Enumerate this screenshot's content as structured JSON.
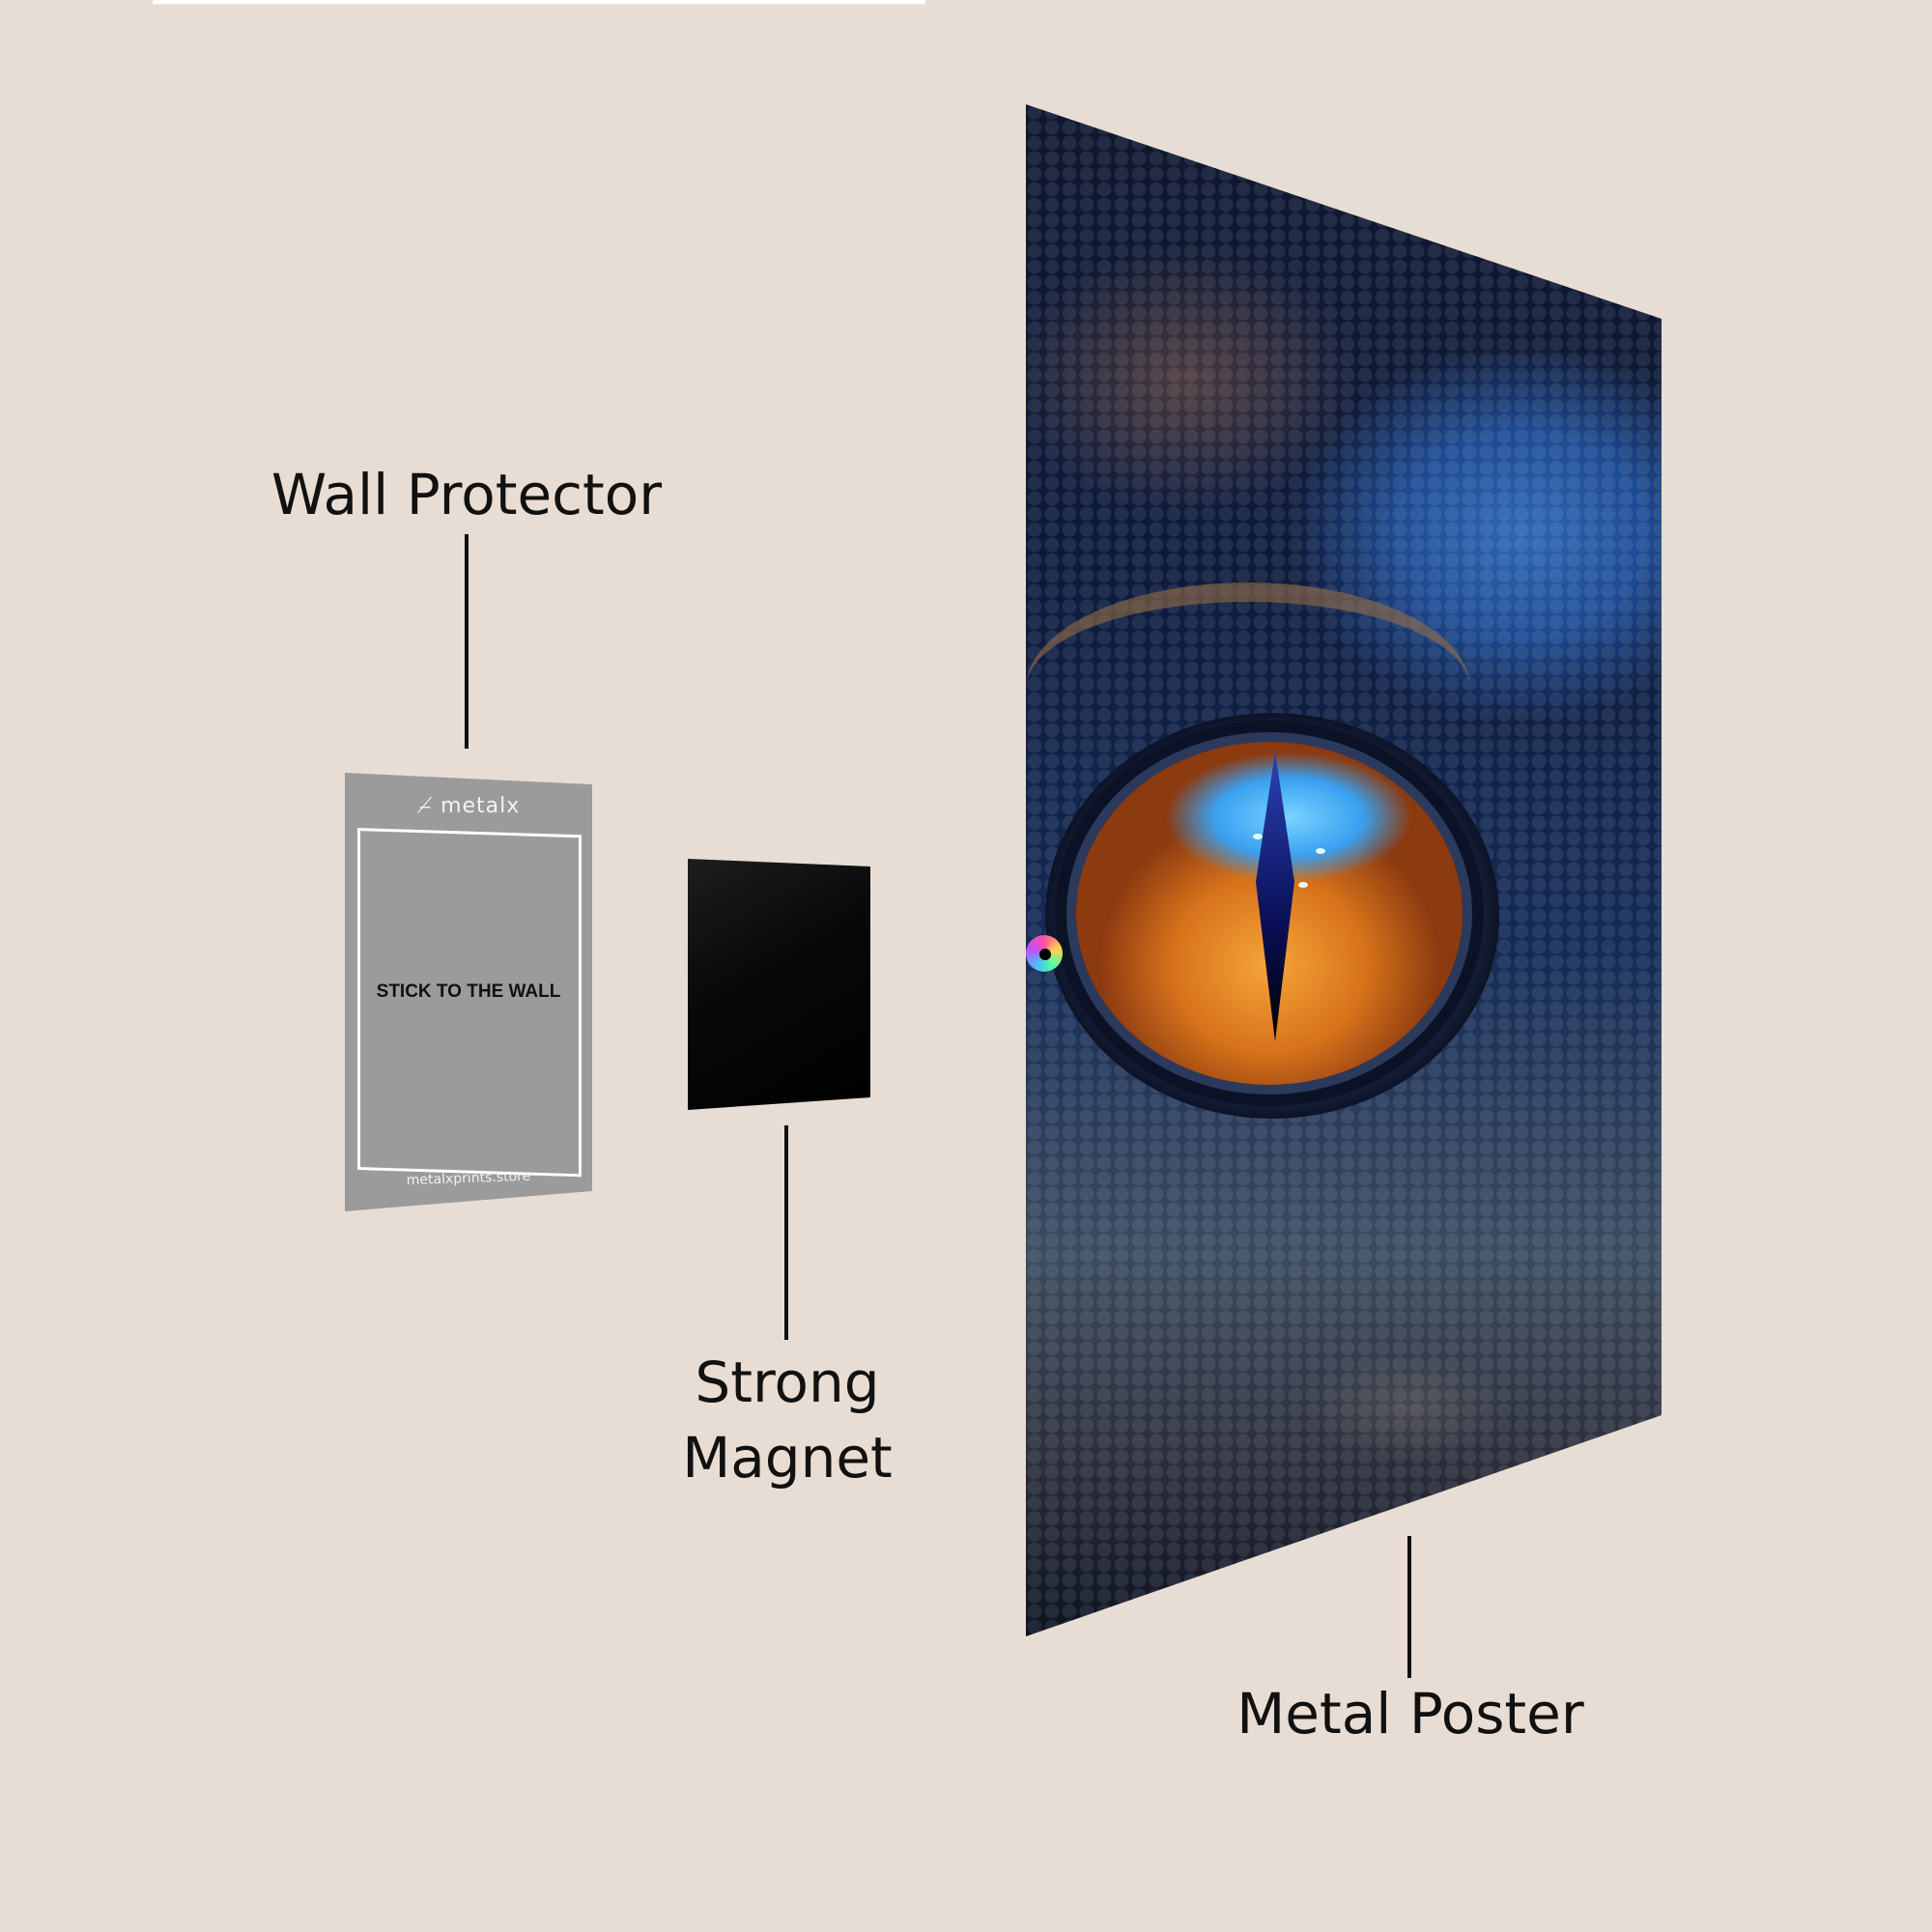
{
  "background_color": "#e8ddd4",
  "labels": {
    "wall_protector": "Wall Protector",
    "strong_magnet_line1": "Strong",
    "strong_magnet_line2": "Magnet",
    "metal_poster": "Metal Poster"
  },
  "wall_protector": {
    "brand_logo": "metalx",
    "logo_icon": "slash-plus-logo-icon",
    "instruction": "STICK TO THE WALL",
    "website": "metalxprints.store",
    "color": "#9b9b9b"
  },
  "magnet": {
    "color": "#000000"
  },
  "poster": {
    "subject": "dragon eye artwork",
    "colors": {
      "scales": "#2f67b4",
      "iris": "#e0801f",
      "pupil": "#0a0f55"
    }
  }
}
